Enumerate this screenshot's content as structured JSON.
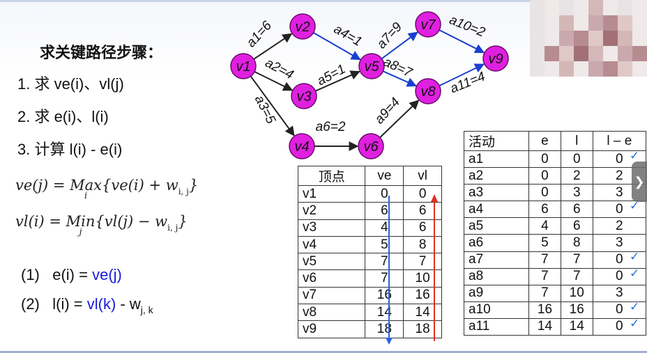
{
  "slide": {
    "heading": "求关键路径步骤：",
    "steps": [
      "1.  求 ve(i)、vl(j)",
      "2.  求 e(i)、l(i)",
      "3.  计算 l(i) - e(i)"
    ],
    "formula_ve": {
      "lhs": "ve(j)  =  ",
      "op": "Max",
      "op_sub": "i",
      "body": "{ve(i) + w",
      "sub": "i, j",
      "close": "}"
    },
    "formula_vl": {
      "lhs": "vl(i)  =  ",
      "op": "Min",
      "op_sub": "j",
      "body": "{vl(j) − w",
      "sub": "i, j",
      "close": "}"
    },
    "eq1": {
      "num": "(1)",
      "lhs": "e(i) = ",
      "rhs": "ve(j)"
    },
    "eq2": {
      "num": "(2)",
      "lhs": "l(i) = ",
      "rhs": "vl(k)",
      "tail": " - w",
      "sub": "j, k"
    }
  },
  "graph": {
    "nodes": [
      "v1",
      "v2",
      "v3",
      "v4",
      "v5",
      "v6",
      "v7",
      "v8",
      "v9"
    ],
    "edges": [
      "a1=6",
      "a2=4",
      "a3=5",
      "a4=1",
      "a5=1",
      "a6=2",
      "a7=9",
      "a8=7",
      "a9=4",
      "a10=2",
      "a11=4"
    ],
    "node_color": "#e020e0",
    "critical_edge_color": "#1a3fd0"
  },
  "vertex_table": {
    "headers": [
      "顶点",
      "ve",
      "vl"
    ],
    "rows": [
      [
        "v1",
        "0",
        "0"
      ],
      [
        "v2",
        "6",
        "6"
      ],
      [
        "v3",
        "4",
        "6"
      ],
      [
        "v4",
        "5",
        "8"
      ],
      [
        "v5",
        "7",
        "7"
      ],
      [
        "v6",
        "7",
        "10"
      ],
      [
        "v7",
        "16",
        "16"
      ],
      [
        "v8",
        "14",
        "14"
      ],
      [
        "v9",
        "18",
        "18"
      ]
    ],
    "down_arrow_color": "#2a62e0",
    "up_arrow_color": "#e03020"
  },
  "activity_table": {
    "headers": [
      "活动",
      "e",
      "l",
      "l – e"
    ],
    "rows": [
      [
        "a1",
        "0",
        "0",
        "0"
      ],
      [
        "a2",
        "0",
        "2",
        "2"
      ],
      [
        "a3",
        "0",
        "3",
        "3"
      ],
      [
        "a4",
        "6",
        "6",
        "0"
      ],
      [
        "a5",
        "4",
        "6",
        "2"
      ],
      [
        "a6",
        "5",
        "8",
        "3"
      ],
      [
        "a7",
        "7",
        "7",
        "0"
      ],
      [
        "a8",
        "7",
        "7",
        "0"
      ],
      [
        "a9",
        "7",
        "10",
        "3"
      ],
      [
        "a10",
        "16",
        "16",
        "0"
      ],
      [
        "a11",
        "14",
        "14",
        "0"
      ]
    ],
    "check_mark": "✓",
    "check_color": "#2a6fd6"
  },
  "ui": {
    "side_button": "❯"
  }
}
